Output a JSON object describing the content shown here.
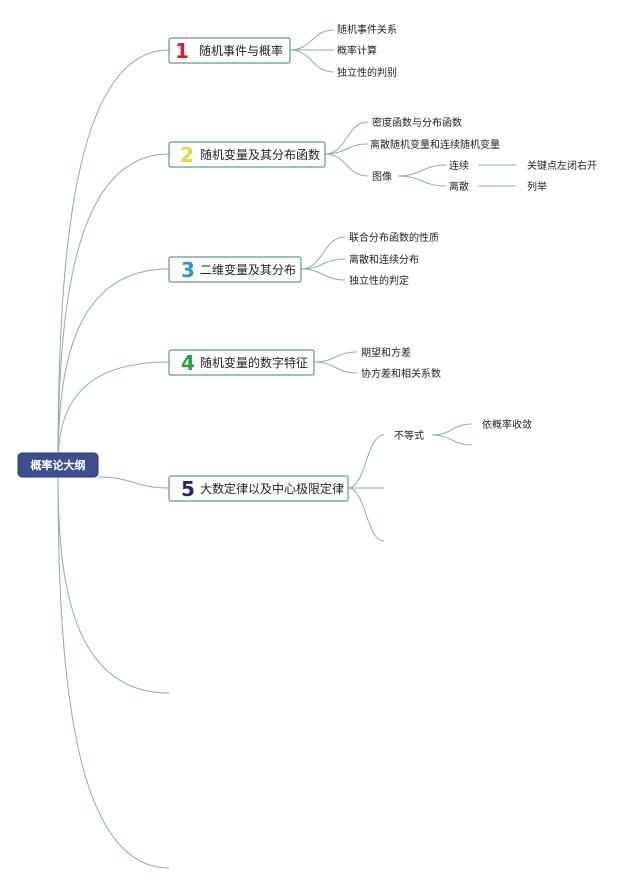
{
  "root": {
    "label": "概率论大纲",
    "color": "#3d4f8f"
  },
  "colors": {
    "line": "#8bb0a0",
    "topic_border": "#5f9a86"
  },
  "topics": [
    {
      "num": "1",
      "label": "随机事件与概率",
      "num_color": "#d0202e",
      "children": [
        {
          "label": "随机事件关系"
        },
        {
          "label": "概率计算"
        },
        {
          "label": "独立性的判别"
        }
      ]
    },
    {
      "num": "2",
      "label": "随机变量及其分布函数",
      "num_color": "#f0d23c",
      "children": [
        {
          "label": "密度函数与分布函数"
        },
        {
          "label": "离散随机变量和连续随机变量"
        },
        {
          "label": "图像",
          "children": [
            {
              "label": "连续",
              "children": [
                {
                  "label": "关键点左闭右开"
                }
              ]
            },
            {
              "label": "离散",
              "children": [
                {
                  "label": "列举"
                }
              ]
            }
          ]
        }
      ]
    },
    {
      "num": "3",
      "label": "二维变量及其分布",
      "num_color": "#2a93d4",
      "children": [
        {
          "label": "联合分布函数的性质"
        },
        {
          "label": "离散和连续分布"
        },
        {
          "label": "独立性的判定"
        }
      ]
    },
    {
      "num": "4",
      "label": "随机变量的数字特征",
      "num_color": "#2e9e3e",
      "children": [
        {
          "label": "期望和方差"
        },
        {
          "label": "协方差和相关系数"
        }
      ]
    },
    {
      "num": "5",
      "label": "大数定律以及中心极限定律",
      "num_color": "#1e2a6a",
      "children": [
        {
          "label": "不等式",
          "children": [
            {
              "label": "依概率收敛"
            },
            {
              "label": ""
            }
          ]
        },
        {
          "label": ""
        },
        {
          "label": ""
        }
      ]
    }
  ]
}
